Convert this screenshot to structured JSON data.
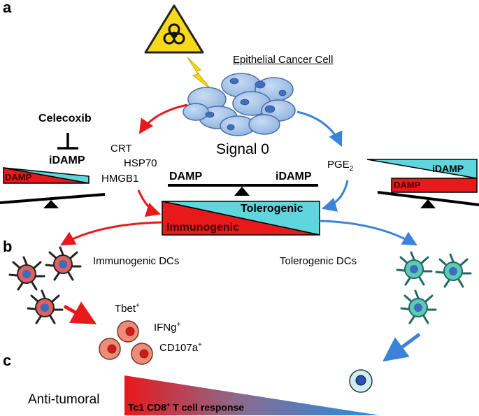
{
  "panels": {
    "a": "a",
    "b": "b",
    "c": "c"
  },
  "cancer_cell_label": "Epithelial Cancer Cell",
  "signal_label": "Signal 0",
  "drug": {
    "name": "Celecoxib",
    "target": "iDAMP"
  },
  "left_scale": {
    "low": "DAMP"
  },
  "right_scale": {
    "top": "iDAMP",
    "bottom": "DAMP"
  },
  "center_scale": {
    "left": "DAMP",
    "right": "iDAMP"
  },
  "damp_signals": [
    "CRT",
    "HSP70",
    "HMGB1"
  ],
  "pge2": {
    "base": "PGE",
    "sub": "2"
  },
  "balance": {
    "top": "Tolerogenic",
    "bottom": "Immunogenic"
  },
  "dcs": {
    "immunogenic": "Immunogenic DCs",
    "tolerogenic": "Tolerogenic DCs"
  },
  "t_cell_markers": [
    {
      "base": "Tbet",
      "sup": "+"
    },
    {
      "base": "IFNg",
      "sup": "+"
    },
    {
      "base": "CD107a",
      "sup": "+"
    }
  ],
  "anti_tumoral": "Anti-tumoral",
  "response": {
    "pre": "Tc1 CD8",
    "sup": "+",
    "post": " T cell response"
  },
  "colors": {
    "red": "#e8191b",
    "blue": "#3b82d9",
    "cyan": "#5fd6dd",
    "cell": "#a9c8ec"
  }
}
